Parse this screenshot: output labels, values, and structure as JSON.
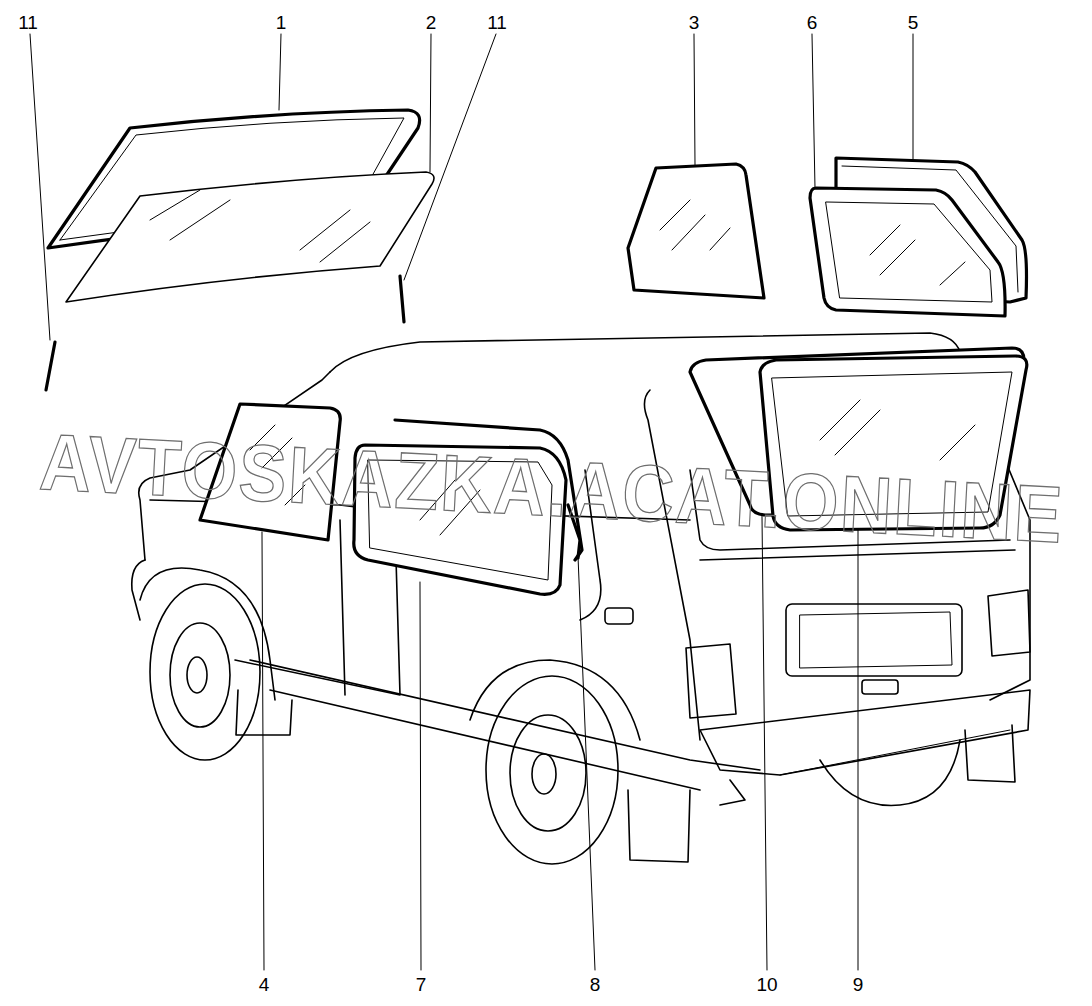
{
  "diagram": {
    "labels": [
      "11",
      "1",
      "2",
      "11",
      "3",
      "6",
      "5",
      "4",
      "7",
      "8",
      "10",
      "9",
      "AVTOSKAZKA.ACAT.ONLINE"
    ]
  }
}
